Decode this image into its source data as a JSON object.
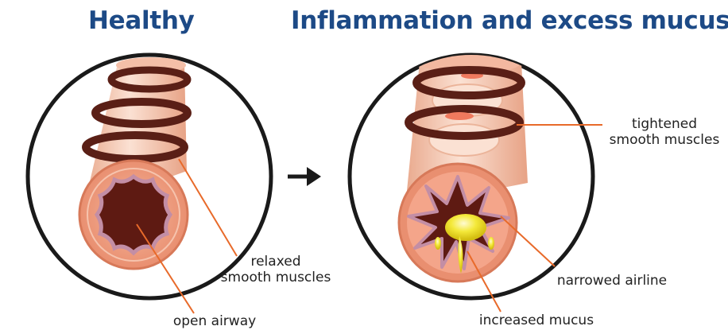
{
  "titles": {
    "healthy": "Healthy",
    "inflamed": "Inflammation and excess mucus"
  },
  "labels": {
    "relaxed_line1": "relaxed",
    "relaxed_line2": "smooth muscles",
    "open_airway": "open airway",
    "tightened_line1": "tightened",
    "tightened_line2": "smooth muscles",
    "narrowed": "narrowed airline",
    "mucus": "increased mucus"
  },
  "colors": {
    "title": "#1d4a86",
    "leader_line": "#e86a2a",
    "ring_outline": "#1a1a1a",
    "muscle_band": "#5a1f16",
    "tissue": "#f1a184",
    "lumen": "#5e1a12",
    "mucus": "#f2e21c"
  },
  "icons": {
    "arrow": "arrow-right-icon"
  }
}
